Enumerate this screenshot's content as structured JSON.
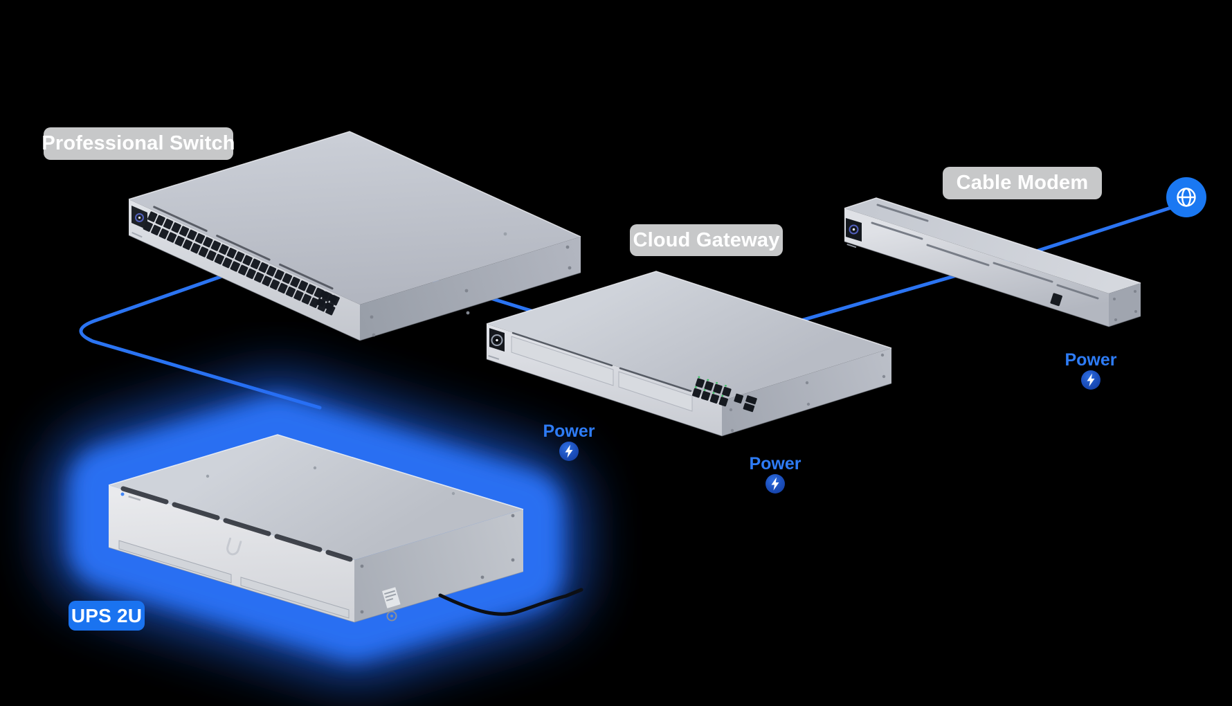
{
  "diagram": {
    "background": "#000000",
    "devices": [
      {
        "id": "professional-switch",
        "label": "Professional Switch",
        "highlighted": false
      },
      {
        "id": "cloud-gateway",
        "label": "Cloud Gateway",
        "highlighted": false
      },
      {
        "id": "cable-modem",
        "label": "Cable Modem",
        "highlighted": false
      },
      {
        "id": "ups-2u",
        "label": "UPS 2U",
        "highlighted": true
      }
    ],
    "power_badges": [
      {
        "label": "Power"
      },
      {
        "label": "Power"
      },
      {
        "label": "Power"
      }
    ],
    "connections": [
      {
        "from": "professional-switch",
        "to": "ups-2u",
        "style": "blue-line"
      },
      {
        "from": "professional-switch",
        "to": "cloud-gateway",
        "style": "blue-line"
      },
      {
        "from": "cloud-gateway",
        "to": "cable-modem",
        "style": "blue-line"
      },
      {
        "from": "cable-modem",
        "to": "internet",
        "style": "blue-line"
      },
      {
        "from": "ups-2u",
        "to": "off-screen",
        "style": "dark-power-cable"
      }
    ],
    "icons": {
      "internet": "globe-icon",
      "power": "lightning-bolt-icon"
    },
    "colors": {
      "accent_line": "#2b74f2",
      "power_text": "#2e7cf6",
      "chip_gray": "#c7c8c9",
      "chip_blue": "#1a73f0",
      "ups_glow": "#2368f4",
      "globe": "#1a78f2",
      "device_gray_top": "#c0c4cd",
      "device_gray_front": "#dde0e5"
    }
  }
}
